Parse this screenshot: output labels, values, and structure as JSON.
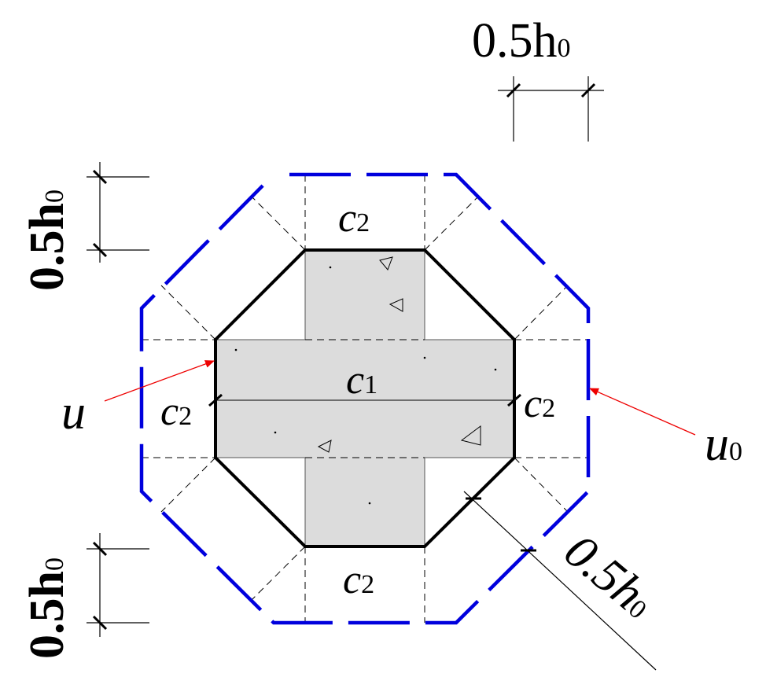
{
  "labels": {
    "dim_top": "0.5h",
    "dim_top_sub": "0",
    "dim_left_upper": "0.5h",
    "dim_left_upper_sub": "0",
    "dim_left_lower": "0.5h",
    "dim_left_lower_sub": "0",
    "dim_diag": "0.5h",
    "dim_diag_sub": "0",
    "c2_top": "c",
    "c2_top_sub": "2",
    "c2_bottom": "c",
    "c2_bottom_sub": "2",
    "c2_left": "c",
    "c2_left_sub": "2",
    "c2_right": "c",
    "c2_right_sub": "2",
    "c1": "c",
    "c1_sub": "1",
    "u": "u",
    "u0": "u",
    "u0_sub": "0"
  },
  "colors": {
    "outer_perimeter": "#0000dd",
    "arrows": "#ee0000",
    "column_fill": "#dcdcdc",
    "lines": "#000000"
  }
}
